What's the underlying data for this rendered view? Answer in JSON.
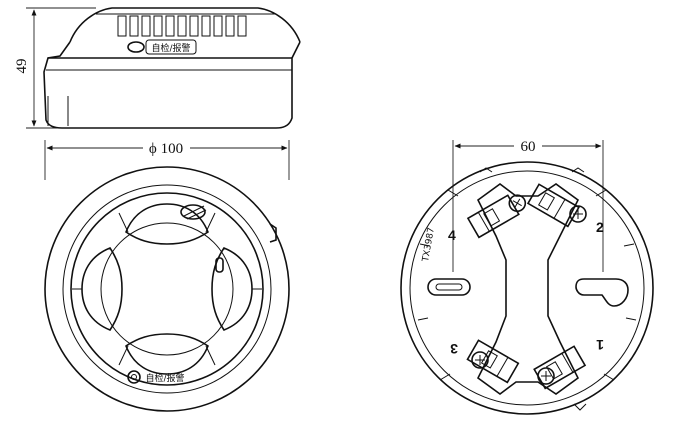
{
  "dimensions": {
    "height": "49",
    "diameter": "ϕ 100",
    "spacing": "60"
  },
  "front_view": {
    "badge_text": "自检/报警"
  },
  "top_view": {
    "badge_text": "自检/报警"
  },
  "base_view": {
    "model": "TX3987",
    "terminals": [
      "1",
      "2",
      "3",
      "4"
    ]
  }
}
